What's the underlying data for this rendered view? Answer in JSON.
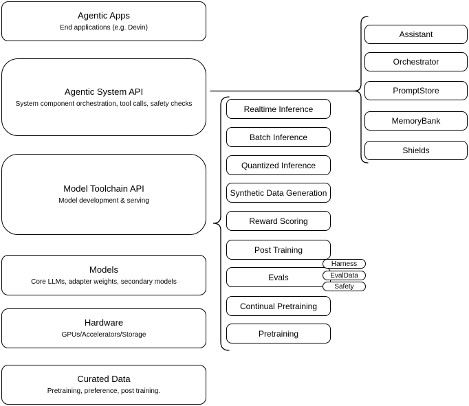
{
  "diagram": {
    "layers": [
      {
        "title": "Agentic Apps",
        "subtitle": "End applications (e.g. Devin)"
      },
      {
        "title": "Agentic System API",
        "subtitle": "System component orchestration, tool calls, safety checks"
      },
      {
        "title": "Model Toolchain API",
        "subtitle": "Model development & serving"
      },
      {
        "title": "Models",
        "subtitle": "Core LLMs, adapter weights, secondary models"
      },
      {
        "title": "Hardware",
        "subtitle": "GPUs/Accelerators/Storage"
      },
      {
        "title": "Curated Data",
        "subtitle": "Pretraining, preference, post training."
      }
    ],
    "toolchain_services": [
      "Realtime Inference",
      "Batch Inference",
      "Quantized Inference",
      "Synthetic Data Generation",
      "Reward Scoring",
      "Post Training",
      "Evals",
      "Continual Pretraining",
      "Pretraining"
    ],
    "eval_tags": [
      "Harness",
      "EvalData",
      "Safety"
    ],
    "system_components": [
      "Assistant",
      "Orchestrator",
      "PromptStore",
      "MemoryBank",
      "Shields"
    ],
    "colors": {
      "stroke": "#000000",
      "fill": "#ffffff",
      "text": "#000000"
    }
  }
}
